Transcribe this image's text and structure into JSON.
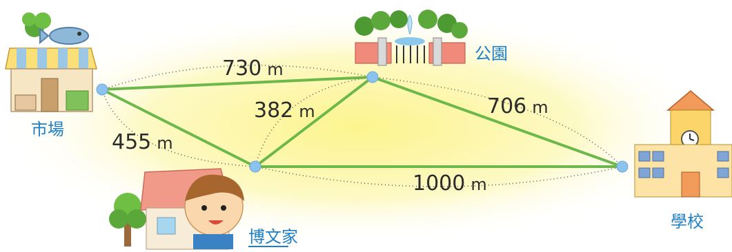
{
  "places": {
    "market": "市場",
    "park": "公園",
    "home": "博文家",
    "school": "學校"
  },
  "distances": {
    "market_park": {
      "value": "730",
      "unit": "m"
    },
    "park_home": {
      "value": "382",
      "unit": "m"
    },
    "park_school": {
      "value": "706",
      "unit": "m"
    },
    "market_home": {
      "value": "455",
      "unit": "m"
    },
    "home_school": {
      "value": "1000",
      "unit": "m"
    }
  },
  "colors": {
    "route": "#6db84a",
    "point": "#8cc2ee",
    "label": "#1e7fc7",
    "glow": "#fdf7a3"
  }
}
